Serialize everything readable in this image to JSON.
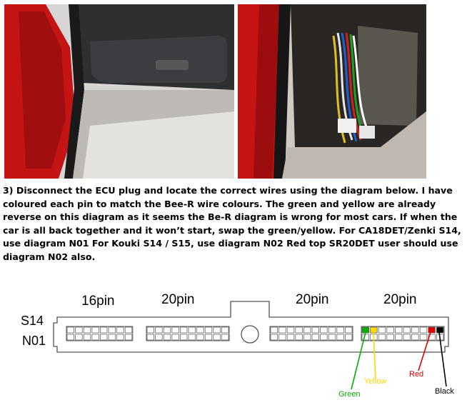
{
  "step": {
    "text": "3)  Disconnect the ECU plug and locate the correct wires using the diagram below.  I have coloured each pin to match the Bee-R wire colours.  The green and yellow are already reverse on this diagram as it seems the Be-R diagram is wrong for most cars.  If when the car is all back together and it won’t start, swap the green/yellow. For CA18DET/Zenki S14, use diagram N01 For Kouki S14 / S15, use diagram N02 Red top SR20DET user should use diagram N02 also."
  },
  "diagram": {
    "model_label": "S14",
    "plug_label": "N01",
    "sections": [
      "16pin",
      "20pin",
      "20pin",
      "20pin"
    ],
    "wires": [
      {
        "name": "Green",
        "color": "#00b000"
      },
      {
        "name": "Yellow",
        "color": "#ffd800"
      },
      {
        "name": "Red",
        "color": "#e00000"
      },
      {
        "name": "Black",
        "color": "#000000"
      }
    ]
  },
  "photos": [
    {
      "name": "glovebox-area-photo"
    },
    {
      "name": "ecu-wiring-photo"
    }
  ]
}
